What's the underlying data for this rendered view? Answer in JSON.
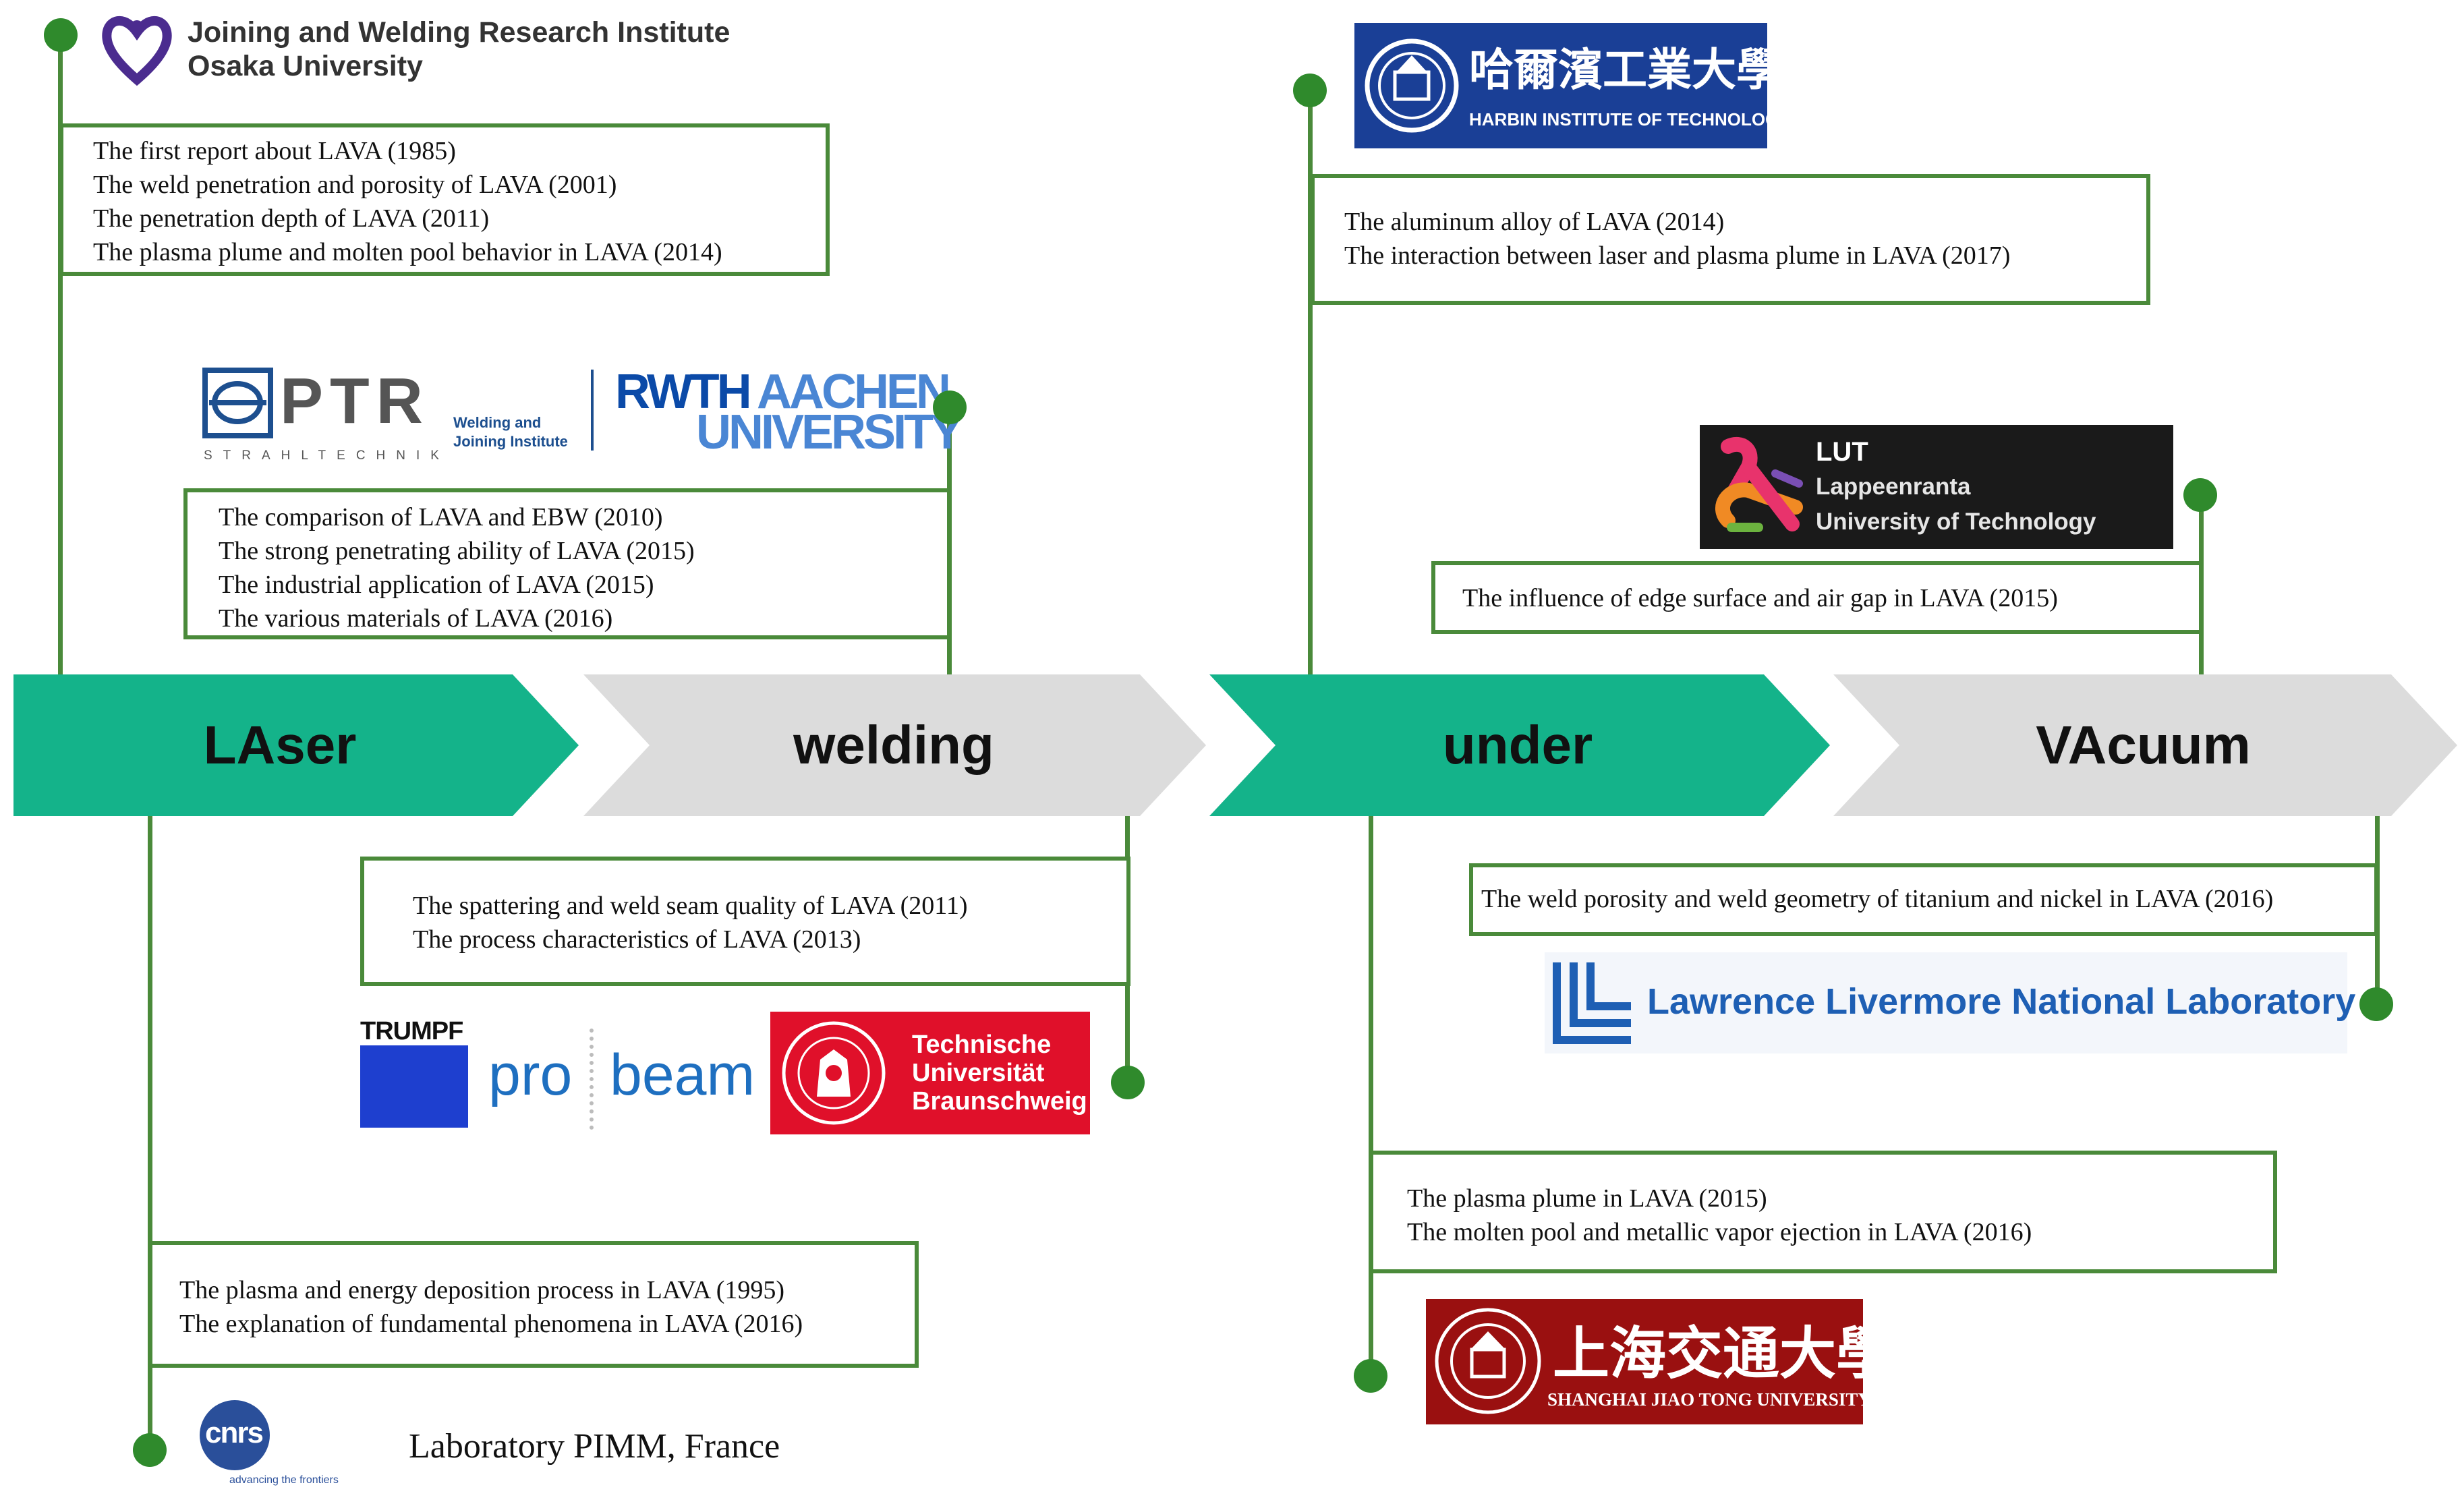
{
  "arrows": [
    {
      "label": "LAser",
      "color": "#14b38a"
    },
    {
      "label": "welding",
      "color": "#dcdcdc"
    },
    {
      "label": "under",
      "color": "#14b38a"
    },
    {
      "label": "VAcuum",
      "color": "#dcdcdc"
    }
  ],
  "osaka": {
    "title": "Joining and Welding Research Institute",
    "subtitle": "Osaka University",
    "lines": [
      "The first report about LAVA  (1985)",
      "The weld penetration and porosity of LAVA (2001)",
      "The penetration depth of LAVA (2011)",
      "The plasma plume and molten pool behavior in LAVA (2014)"
    ]
  },
  "rwth": {
    "ptr": "PTR",
    "ptr_sub": "STRAHLTECHNIK",
    "isf": "Welding and Joining Institute",
    "rwth_a": "RWTH",
    "rwth_b": "AACHEN",
    "rwth_c": "UNIVERSITY",
    "lines": [
      "The comparison of LAVA and EBW (2010)",
      "The  strong penetrating ability of LAVA (2015)",
      "The industrial application of LAVA (2015)",
      "The various materials of LAVA (2016)"
    ]
  },
  "harbin": {
    "cn": "哈爾濱工業大學",
    "en": "HARBIN INSTITUTE OF TECHNOLOGY",
    "lines": [
      "The aluminum alloy of LAVA   (2014)",
      "The interaction between laser and plasma plume in LAVA (2017)"
    ]
  },
  "lut": {
    "abbr": "LUT",
    "name1": "Lappeenranta",
    "name2": "University of Technology",
    "lines": [
      "The influence of  edge surface and air gap in LAVA (2015)"
    ]
  },
  "braunschweig": {
    "lines": [
      "The spattering and weld seam quality of  LAVA (2011)",
      "The process characteristics of  LAVA (2013)"
    ],
    "trumpf": "TRUMPF",
    "pro": "pro",
    "beam": "beam",
    "tu1": "Technische",
    "tu2": "Universität",
    "tu3": "Braunschweig"
  },
  "pimm": {
    "lines": [
      "The plasma and energy deposition process in  LAVA (1995)",
      "The explanation of fundamental phenomena in LAVA (2016)"
    ],
    "cnrs": "cnrs",
    "cnrs_tag": "advancing the frontiers",
    "label": "Laboratory PIMM, France"
  },
  "llnl": {
    "lines": [
      "The weld porosity and weld geometry of titanium and nickel in LAVA (2016)"
    ],
    "name": "Lawrence Livermore National Laboratory"
  },
  "sjtu": {
    "lines": [
      "The plasma plume in  LAVA (2015)",
      "The molten pool and metallic vapor ejection in LAVA (2016)"
    ],
    "cn": "上海交通大學",
    "en": "SHANGHAI JIAO TONG UNIVERSITY"
  },
  "colors": {
    "green_line": "#4a8a3a",
    "teal": "#14b38a",
    "grey": "#dcdcdc",
    "harbin_blue": "#1a3f96",
    "tu_red": "#e0102a",
    "sjtu_red": "#9a1010",
    "llnl_blue": "#1e5fb4"
  }
}
